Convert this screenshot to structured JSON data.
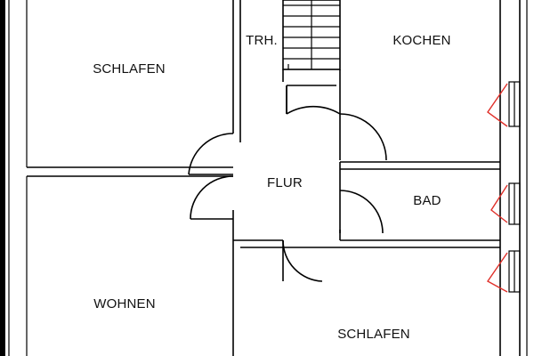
{
  "floorplan": {
    "rooms": {
      "schlafen_top": "SCHLAFEN",
      "trh": "TRH.",
      "kochen": "KOCHEN",
      "flur": "FLUR",
      "bad": "BAD",
      "wohnen": "WOHNEN",
      "schlafen_bottom": "SCHLAFEN"
    },
    "colors": {
      "walls": "#000000",
      "window_marks": "#e0302a",
      "background": "#ffffff"
    },
    "icons": [
      "stair-icon",
      "door-swing-icon",
      "window-icon"
    ]
  }
}
